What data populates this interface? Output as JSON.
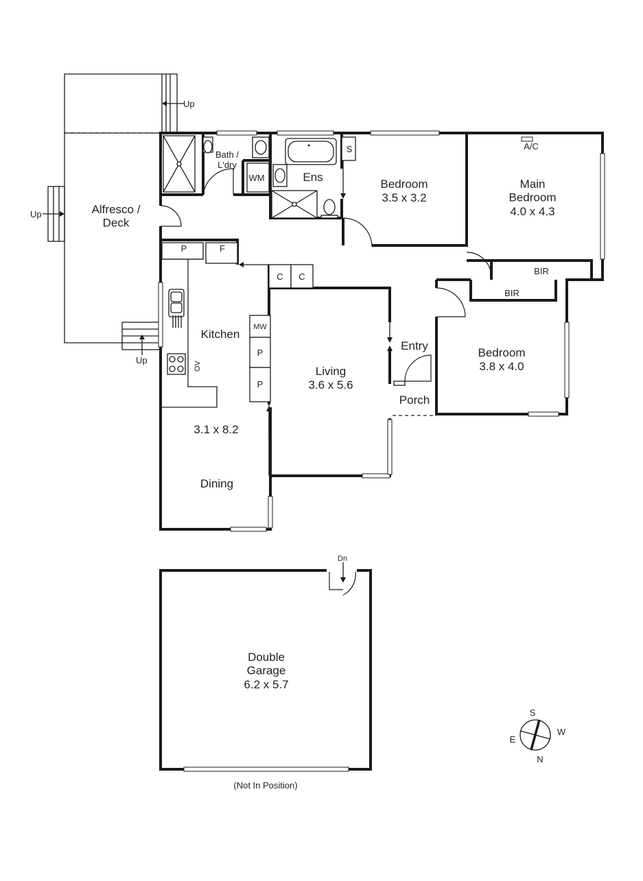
{
  "rooms": {
    "alfresco": "Alfresco /\nDeck",
    "bath": "Bath /\nL'dry",
    "wm": "WM",
    "ens": "Ens",
    "shower_s": "S",
    "bedroom2": {
      "name": "Bedroom",
      "dims": "3.5 x 3.2"
    },
    "main_bedroom": {
      "name": "Main\nBedroom",
      "dims": "4.0 x 4.3"
    },
    "ac": "A/C",
    "bir1": "BIR",
    "bir2": "BIR",
    "bedroom3": {
      "name": "Bedroom",
      "dims": "3.8 x 4.0"
    },
    "kitchen": "Kitchen",
    "pantry_p": "P",
    "fridge_f": "F",
    "cupboard_c1": "C",
    "cupboard_c2": "C",
    "microwave": "MW",
    "pantry_p2": "P",
    "pantry_p3": "P",
    "oven": "OV",
    "kitchen_dining_dims": "3.1 x 8.2",
    "dining": "Dining",
    "living": {
      "name": "Living",
      "dims": "3.6 x 5.6"
    },
    "entry": "Entry",
    "porch": "Porch",
    "garage": {
      "name": "Double\nGarage",
      "dims": "6.2 x 5.7"
    },
    "garage_note": "(Not In Position)"
  },
  "stairs": {
    "up_top": "Up",
    "up_left": "Up",
    "up_bottom": "Up",
    "dn_garage": "Dn"
  },
  "compass": {
    "s": "S",
    "w": "W",
    "e": "E",
    "n": "N"
  }
}
